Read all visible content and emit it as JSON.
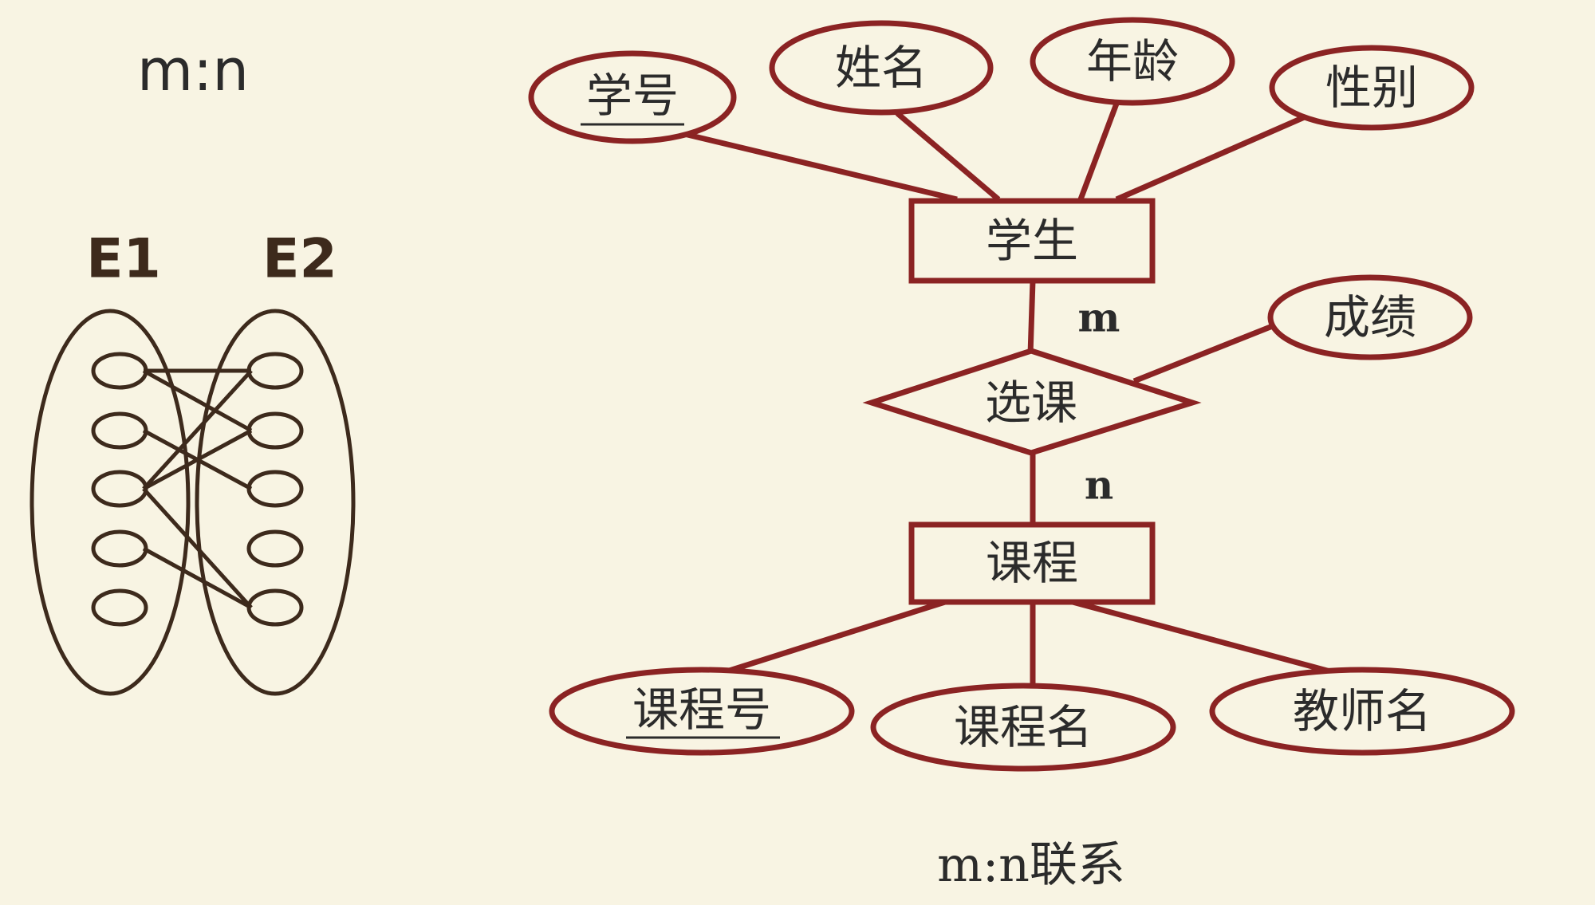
{
  "heading": "m:n",
  "caption": "m:n联系",
  "mapping": {
    "left_set_label": "E1",
    "right_set_label": "E2",
    "connections": [
      [
        0,
        0
      ],
      [
        0,
        1
      ],
      [
        1,
        2
      ],
      [
        2,
        0
      ],
      [
        2,
        1
      ],
      [
        2,
        4
      ],
      [
        3,
        4
      ]
    ]
  },
  "er": {
    "entity_student": "学生",
    "entity_course": "课程",
    "relationship": "选课",
    "card_student": "m",
    "card_course": "n",
    "attr_student_id": "学号",
    "attr_name": "姓名",
    "attr_age": "年龄",
    "attr_gender": "性别",
    "attr_grade": "成绩",
    "attr_course_id": "课程号",
    "attr_course_name": "课程名",
    "attr_teacher_name": "教师名"
  },
  "colors": {
    "background": "#f8f4e3",
    "er_stroke": "#8b2323",
    "mapping_stroke": "#3d2a1c"
  }
}
